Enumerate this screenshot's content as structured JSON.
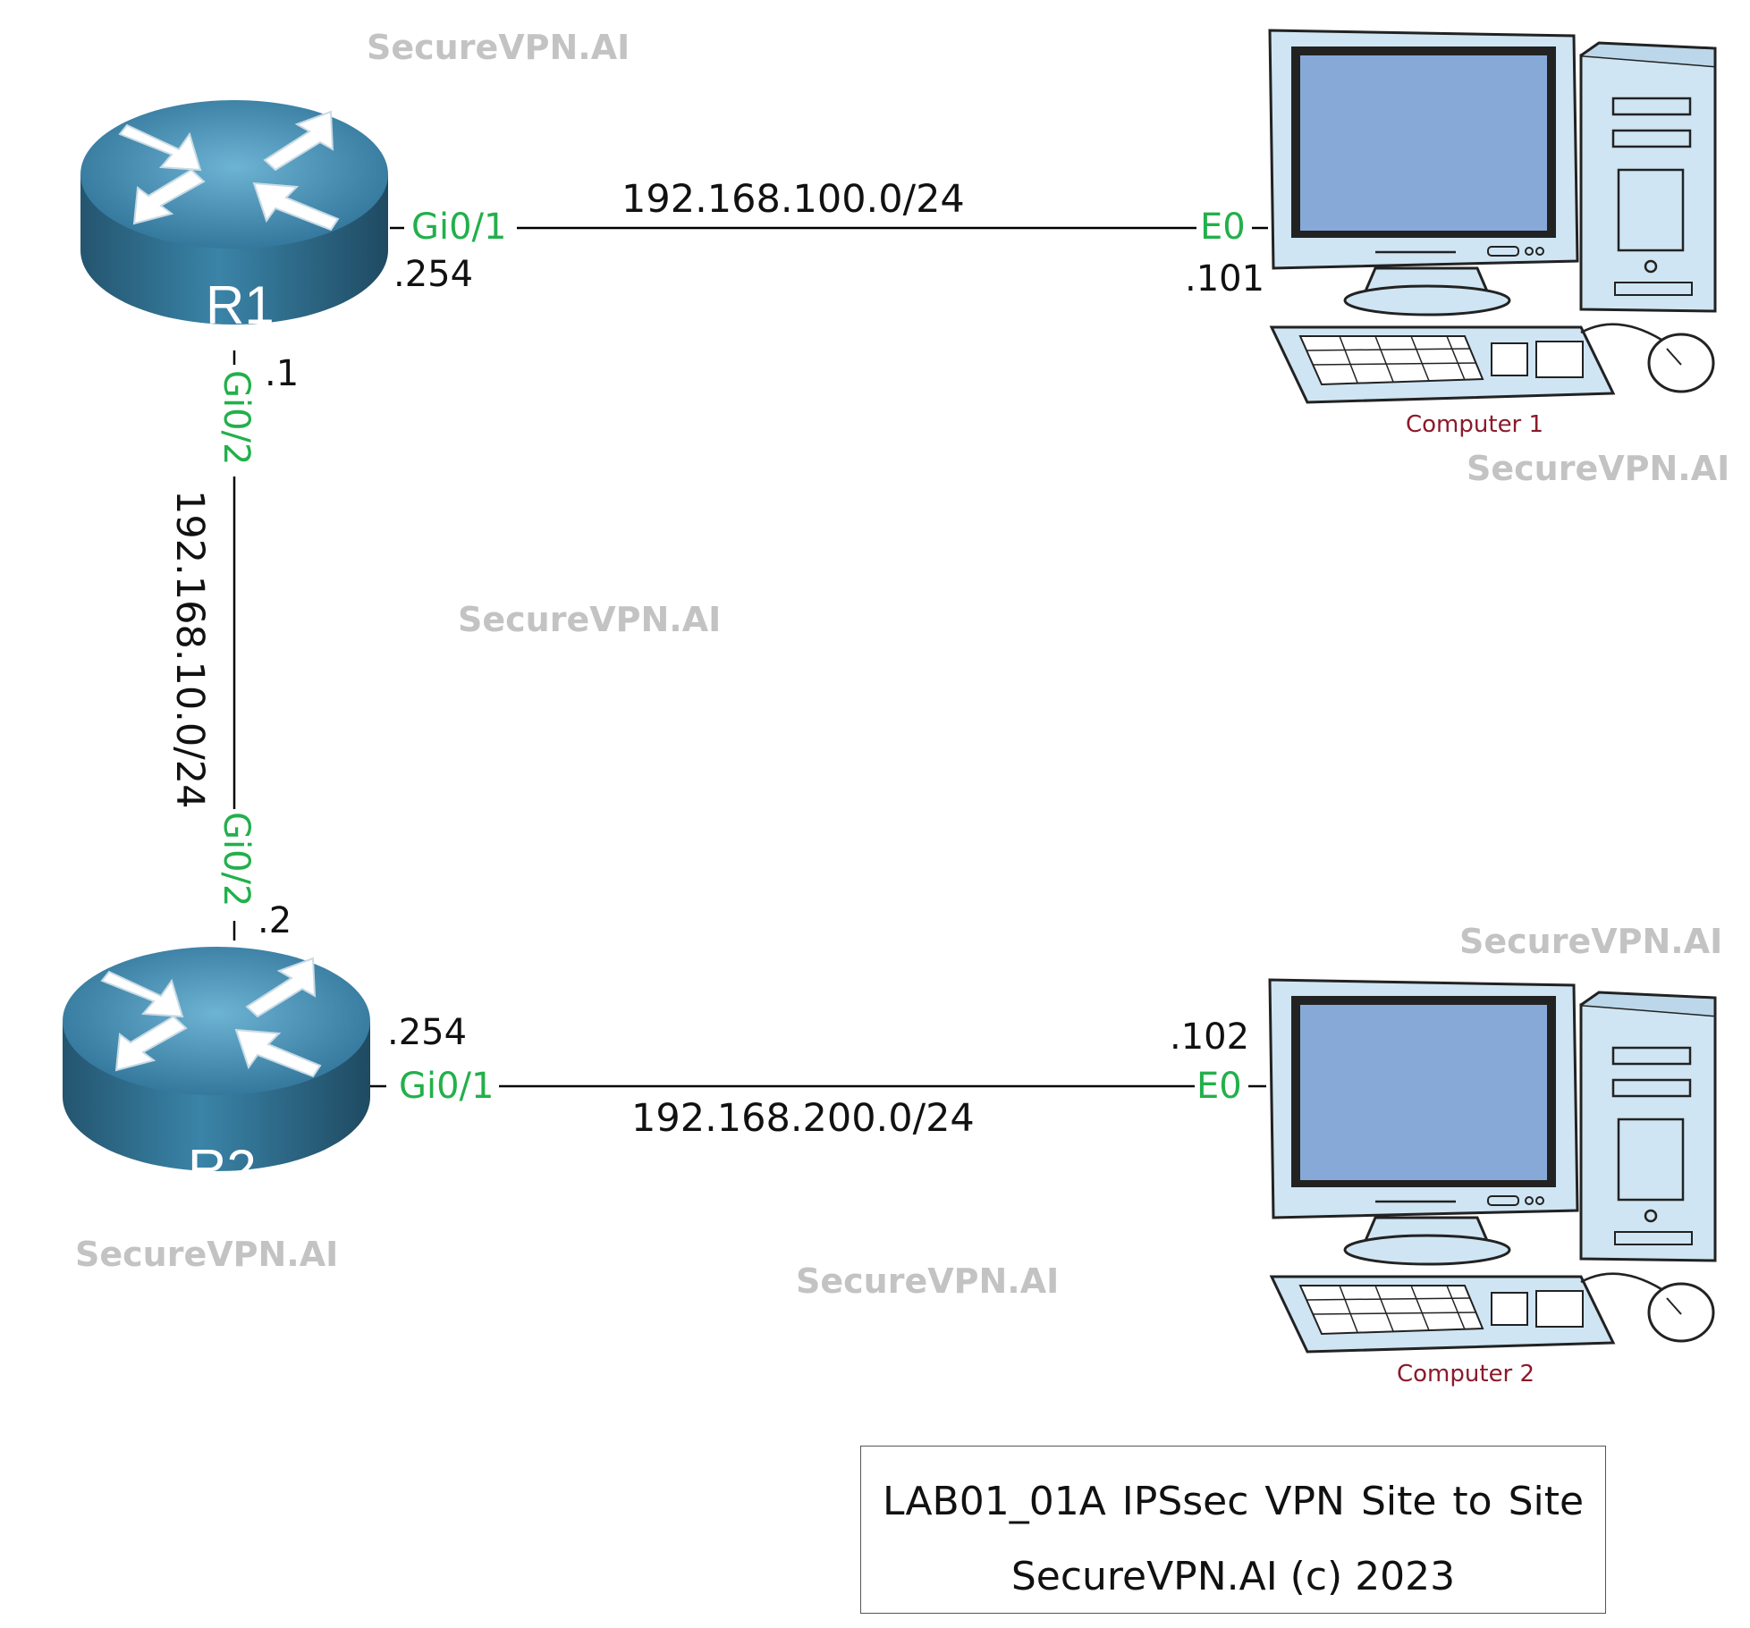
{
  "routers": [
    {
      "name": "R1"
    },
    {
      "name": "R2"
    }
  ],
  "computers": [
    {
      "caption": "Computer 1",
      "icon": "desktop-computer-icon"
    },
    {
      "caption": "Computer 2",
      "icon": "desktop-computer-icon"
    }
  ],
  "links": {
    "r1_pc1": {
      "network": "192.168.100.0/24",
      "r1_interface": "Gi0/1",
      "r1_address": ".254",
      "pc_interface": "E0",
      "pc_address": ".101"
    },
    "r1_r2": {
      "network": "192.168.10.0/24",
      "r1_interface": "Gi0/2",
      "r1_address": ".1",
      "r2_interface": "Gi0/2",
      "r2_address": ".2"
    },
    "r2_pc2": {
      "network": "192.168.200.0/24",
      "r2_interface": "Gi0/1",
      "r2_address": ".254",
      "pc_interface": "E0",
      "pc_address": ".102"
    }
  },
  "watermark": "SecureVPN.AI",
  "info_box": {
    "line1": "LAB01_01A   IPSsec VPN Site to Site",
    "line2": "SecureVPN.AI (c) 2023"
  },
  "colors": {
    "interface_label": "#22b04b",
    "watermark": "#c3c3c3",
    "router_body": "#2e6d8e",
    "router_top": "#3f8fb4",
    "monitor_screen": "#86a9d8",
    "computer_caption": "#8b1a2b"
  }
}
